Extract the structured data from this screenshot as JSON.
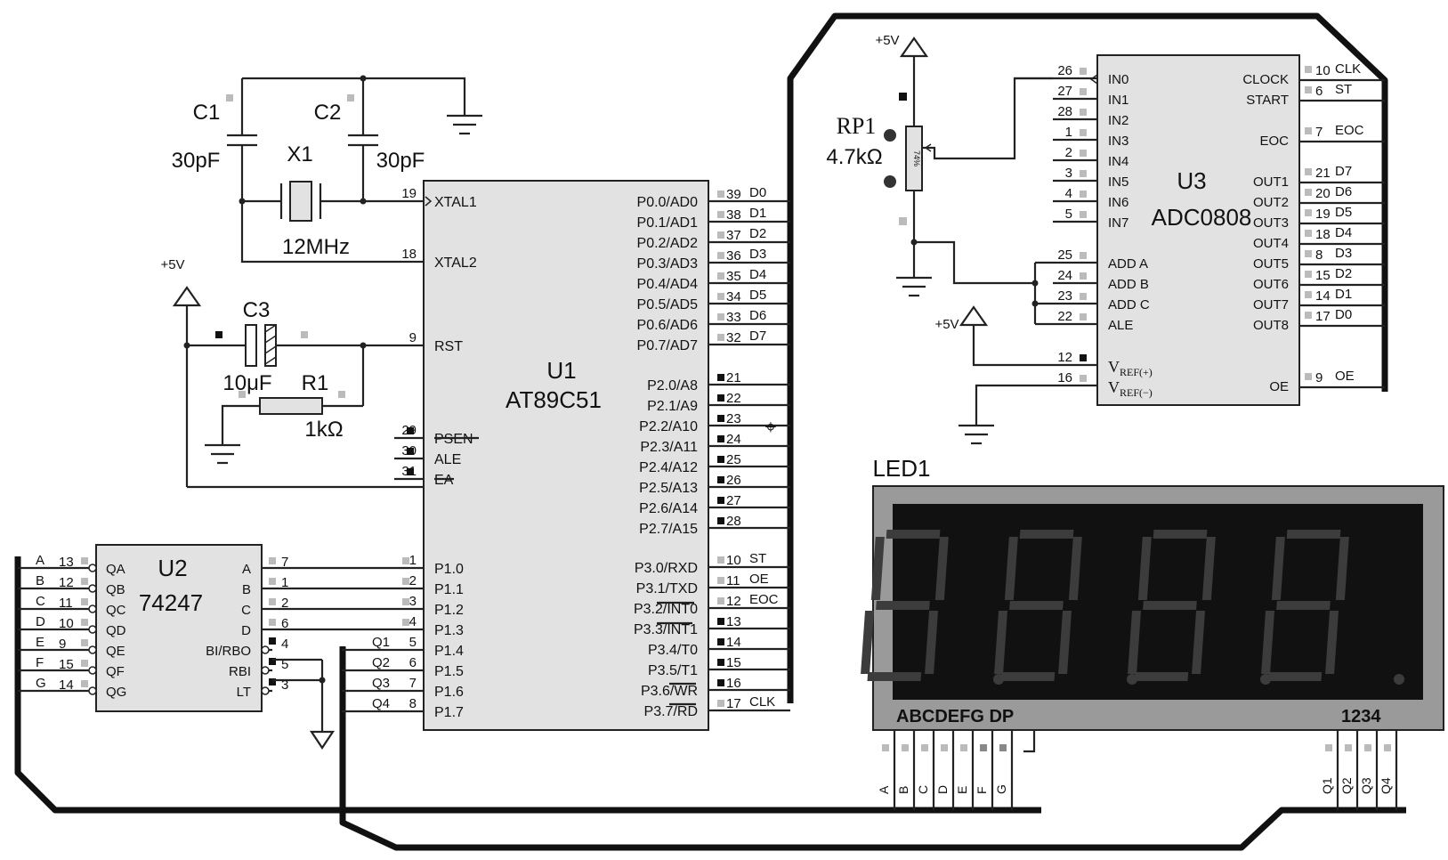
{
  "u1": {
    "ref": "U1",
    "part": "AT89C51",
    "left": [
      {
        "pin": "19",
        "name": "XTAL1"
      },
      {
        "pin": "18",
        "name": "XTAL2"
      },
      {
        "pin": "9",
        "name": "RST"
      },
      {
        "pin": "29",
        "name": "PSEN"
      },
      {
        "pin": "30",
        "name": "ALE"
      },
      {
        "pin": "31",
        "name": "EA"
      },
      {
        "pin": "1",
        "name": "P1.0"
      },
      {
        "pin": "2",
        "name": "P1.1"
      },
      {
        "pin": "3",
        "name": "P1.2"
      },
      {
        "pin": "4",
        "name": "P1.3"
      },
      {
        "pin": "5",
        "name": "P1.4",
        "net": "Q1"
      },
      {
        "pin": "6",
        "name": "P1.5",
        "net": "Q2"
      },
      {
        "pin": "7",
        "name": "P1.6",
        "net": "Q3"
      },
      {
        "pin": "8",
        "name": "P1.7",
        "net": "Q4"
      }
    ],
    "right": [
      {
        "pin": "39",
        "name": "P0.0/AD0",
        "net": "D0"
      },
      {
        "pin": "38",
        "name": "P0.1/AD1",
        "net": "D1"
      },
      {
        "pin": "37",
        "name": "P0.2/AD2",
        "net": "D2"
      },
      {
        "pin": "36",
        "name": "P0.3/AD3",
        "net": "D3"
      },
      {
        "pin": "35",
        "name": "P0.4/AD4",
        "net": "D4"
      },
      {
        "pin": "34",
        "name": "P0.5/AD5",
        "net": "D5"
      },
      {
        "pin": "33",
        "name": "P0.6/AD6",
        "net": "D6"
      },
      {
        "pin": "32",
        "name": "P0.7/AD7",
        "net": "D7"
      },
      {
        "pin": "21",
        "name": "P2.0/A8",
        "net": ""
      },
      {
        "pin": "22",
        "name": "P2.1/A9",
        "net": ""
      },
      {
        "pin": "23",
        "name": "P2.2/A10",
        "net": ""
      },
      {
        "pin": "24",
        "name": "P2.3/A11",
        "net": ""
      },
      {
        "pin": "25",
        "name": "P2.4/A12",
        "net": ""
      },
      {
        "pin": "26",
        "name": "P2.5/A13",
        "net": ""
      },
      {
        "pin": "27",
        "name": "P2.6/A14",
        "net": ""
      },
      {
        "pin": "28",
        "name": "P2.7/A15",
        "net": ""
      },
      {
        "pin": "10",
        "name": "P3.0/RXD",
        "net": "ST"
      },
      {
        "pin": "11",
        "name": "P3.1/TXD",
        "net": "OE"
      },
      {
        "pin": "12",
        "name": "P3.2/INT0",
        "net": "EOC"
      },
      {
        "pin": "13",
        "name": "P3.3/INT1",
        "net": ""
      },
      {
        "pin": "14",
        "name": "P3.4/T0",
        "net": ""
      },
      {
        "pin": "15",
        "name": "P3.5/T1",
        "net": ""
      },
      {
        "pin": "16",
        "name": "P3.6/WR",
        "net": ""
      },
      {
        "pin": "17",
        "name": "P3.7/RD",
        "net": "CLK"
      }
    ]
  },
  "u2": {
    "ref": "U2",
    "part": "74247",
    "left": [
      {
        "pin": "13",
        "name": "QA",
        "net": "A"
      },
      {
        "pin": "12",
        "name": "QB",
        "net": "B"
      },
      {
        "pin": "11",
        "name": "QC",
        "net": "C"
      },
      {
        "pin": "10",
        "name": "QD",
        "net": "D"
      },
      {
        "pin": "9",
        "name": "QE",
        "net": "E"
      },
      {
        "pin": "15",
        "name": "QF",
        "net": "F"
      },
      {
        "pin": "14",
        "name": "QG",
        "net": "G"
      }
    ],
    "right": [
      {
        "pin": "7",
        "name": "A"
      },
      {
        "pin": "1",
        "name": "B"
      },
      {
        "pin": "2",
        "name": "C"
      },
      {
        "pin": "6",
        "name": "D"
      },
      {
        "pin": "4",
        "name": "BI/RBO"
      },
      {
        "pin": "5",
        "name": "RBI"
      },
      {
        "pin": "3",
        "name": "LT"
      }
    ]
  },
  "u3": {
    "ref": "U3",
    "part": "ADC0808",
    "left": [
      {
        "pin": "26",
        "name": "IN0"
      },
      {
        "pin": "27",
        "name": "IN1"
      },
      {
        "pin": "28",
        "name": "IN2"
      },
      {
        "pin": "1",
        "name": "IN3"
      },
      {
        "pin": "2",
        "name": "IN4"
      },
      {
        "pin": "3",
        "name": "IN5"
      },
      {
        "pin": "4",
        "name": "IN6"
      },
      {
        "pin": "5",
        "name": "IN7"
      },
      {
        "pin": "25",
        "name": "ADD A"
      },
      {
        "pin": "24",
        "name": "ADD B"
      },
      {
        "pin": "23",
        "name": "ADD C"
      },
      {
        "pin": "22",
        "name": "ALE"
      }
    ],
    "vref": [
      {
        "pin": "12",
        "name": "V",
        "sub": "REF(+)"
      },
      {
        "pin": "16",
        "name": "V",
        "sub": "REF(−)"
      }
    ],
    "right": [
      {
        "pin": "10",
        "name": "CLOCK",
        "net": "CLK"
      },
      {
        "pin": "6",
        "name": "START",
        "net": "ST"
      },
      {
        "pin": "7",
        "name": "EOC",
        "net": "EOC"
      },
      {
        "pin": "21",
        "name": "OUT1",
        "net": "D7"
      },
      {
        "pin": "20",
        "name": "OUT2",
        "net": "D6"
      },
      {
        "pin": "19",
        "name": "OUT3",
        "net": "D5"
      },
      {
        "pin": "18",
        "name": "OUT4",
        "net": "D4"
      },
      {
        "pin": "8",
        "name": "OUT5",
        "net": "D3"
      },
      {
        "pin": "15",
        "name": "OUT6",
        "net": "D2"
      },
      {
        "pin": "14",
        "name": "OUT7",
        "net": "D1"
      },
      {
        "pin": "17",
        "name": "OUT8",
        "net": "D0"
      },
      {
        "pin": "9",
        "name": "OE",
        "net": "OE"
      }
    ]
  },
  "components": {
    "c1_ref": "C1",
    "c1_val": "30pF",
    "c2_ref": "C2",
    "c2_val": "30pF",
    "x1_ref": "X1",
    "x1_val": "12MHz",
    "c3_ref": "C3",
    "c3_val": "10μF",
    "r1_ref": "R1",
    "r1_val": "1kΩ",
    "rp1_ref": "RP1",
    "rp1_val": "4.7kΩ",
    "rp1_body": "74%",
    "vcc": "+5V"
  },
  "led": {
    "ref": "LED1",
    "seg_label": "ABCDEFG DP",
    "digit_label": "1234",
    "seg_pins": [
      "A",
      "B",
      "C",
      "D",
      "E",
      "F",
      "G"
    ],
    "digit_pins": [
      "Q1",
      "Q2",
      "Q3",
      "Q4"
    ]
  },
  "colors": {
    "chip_fill": "#e2e2e2",
    "led_bezel": "#9a9a9a",
    "led_face": "#111111",
    "segment_off": "#3c3c3c",
    "pin_marker": "#bbbbbb"
  }
}
